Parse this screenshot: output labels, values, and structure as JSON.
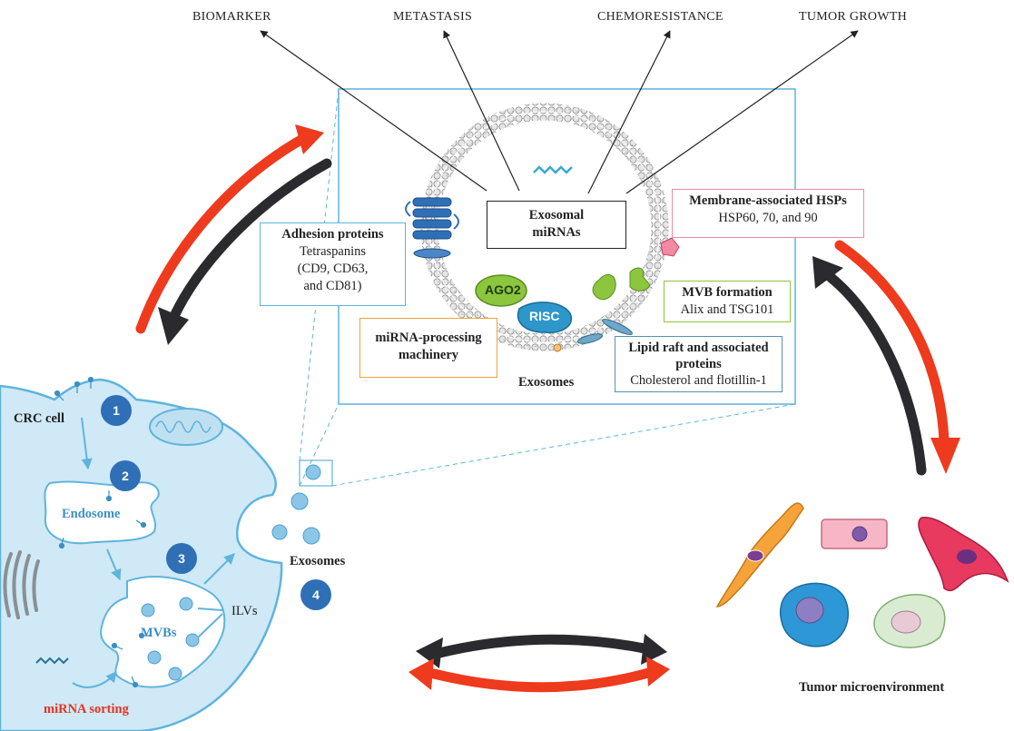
{
  "outcomes": [
    "BIOMARKER",
    "METASTASIS",
    "CHEMORESISTANCE",
    "TUMOR GROWTH"
  ],
  "exosome_detail": {
    "center_label": "Exosomal\nmiRNAs",
    "center_line1": "Exosomal",
    "center_line2": "miRNAs",
    "caption": "Exosomes",
    "ago2": "AGO2",
    "risc": "RISC",
    "adhesion": {
      "title": "Adhesion proteins",
      "l1": "Tetraspanins",
      "l2": "(CD9, CD63,",
      "l3": "and CD81)"
    },
    "hsp": {
      "title": "Membrane-associated HSPs",
      "l1": "HSP60, 70, and 90"
    },
    "mvb": {
      "title": "MVB formation",
      "l1": "Alix and TSG101"
    },
    "lipid": {
      "title_l1": "Lipid raft and associated",
      "title_l2": "proteins",
      "l1": "Cholesterol and flotillin-1"
    },
    "processing": {
      "l1": "miRNA-processing",
      "l2": "machinery"
    }
  },
  "cell": {
    "label": "CRC cell",
    "endosome": "Endosome",
    "mvbs": "MVBs",
    "ilvs": "ILVs",
    "exosomes": "Exosomes",
    "mirna_sorting": "miRNA sorting",
    "steps": [
      "1",
      "2",
      "3",
      "4"
    ]
  },
  "tme": {
    "label": "Tumor microenvironment"
  },
  "colors": {
    "accent_blue": "#5fb4dc",
    "cell_fill": "#cfe9f6",
    "red_arrow": "#ee3a1d",
    "dark_arrow": "#2a2a2f",
    "step_blue": "#2f6fb6"
  }
}
